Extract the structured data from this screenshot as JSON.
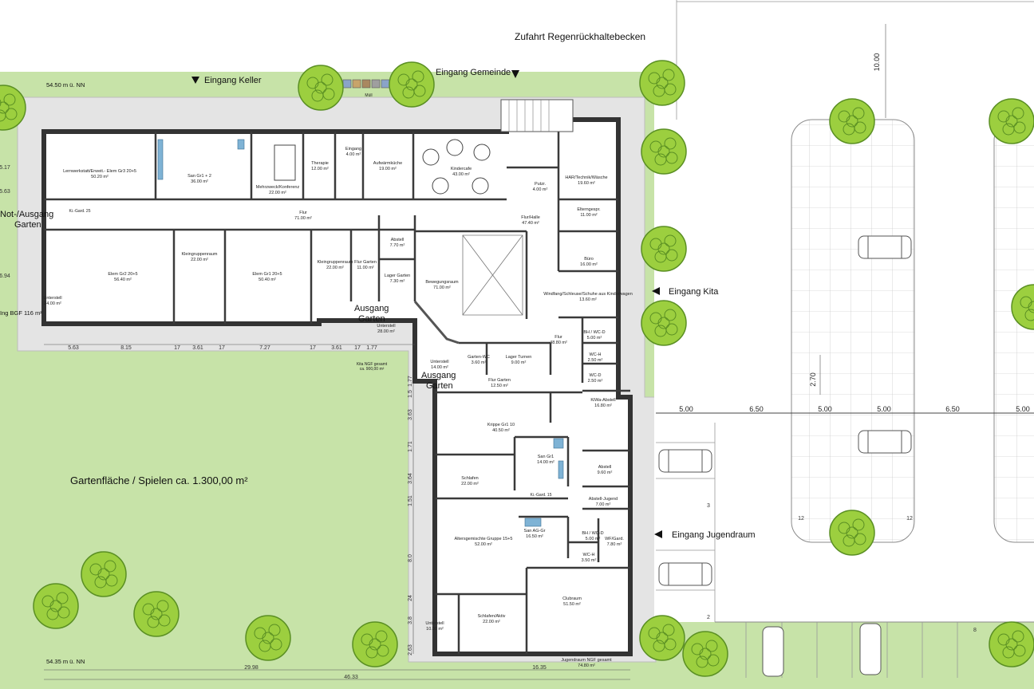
{
  "labels": {
    "zufahrt": "Zufahrt Regenrückhaltebecken",
    "eingang_keller": "Eingang Keller",
    "eingang_gemeinde": "Eingang Gemeinde",
    "eingang_kita": "Eingang Kita",
    "eingang_jugendraum": "Eingang Jugendraum",
    "not_ausgang_1": "Not-/Ausgang",
    "not_ausgang_2": "Garten",
    "ausgang_garten_a1": "Ausgang",
    "ausgang_garten_a2": "Garten",
    "ausgang_garten_b1": "Ausgang",
    "ausgang_garten_b2": "Garten",
    "gartenflaeche": "Gartenfläche / Spielen ca. 1.300,00 m²",
    "nn_top": "54.50 m ü. NN",
    "nn_bottom": "54.35 m ü. NN",
    "bgf": "Ing BGF 116 m²",
    "kita_ngf_1": "Kita NGF gesamt",
    "kita_ngf_2": "ca. 900,00 m²",
    "jugend_ngf_1": "Jugendraum NGF gesamt",
    "jugend_ngf_2": "74.80 m²"
  },
  "rooms": [
    {
      "name": "Lernwerkstatt/Erweit.- Elem Gr3 20+5",
      "area": "50.20 m²"
    },
    {
      "name": "San Gr1 + 2",
      "area": "36.00 m²"
    },
    {
      "name": "Mehrzweck/Konferenz",
      "area": "22.00 m²"
    },
    {
      "name": "Therapie",
      "area": "12.00 m²"
    },
    {
      "name": "Eingang",
      "area": "4.00 m²"
    },
    {
      "name": "Aufwärmküche",
      "area": "19.00 m²"
    },
    {
      "name": "Kindercafe",
      "area": "43.00 m²"
    },
    {
      "name": "Putzr.",
      "area": "4.00 m²"
    },
    {
      "name": "HAR/Technik/Wäsche",
      "area": "19.60 m²"
    },
    {
      "name": "Elterngespr.",
      "area": "11.00 m²"
    },
    {
      "name": "Büro",
      "area": "16.00 m²"
    },
    {
      "name": "Flur",
      "area": "71.00 m²"
    },
    {
      "name": "Flur/Halle",
      "area": "47.40 m²"
    },
    {
      "name": "Elem Gr2 20+5",
      "area": "56.40 m²"
    },
    {
      "name": "Kleingruppenraum",
      "area": "22.00 m²"
    },
    {
      "name": "Elem Gr1 20+5",
      "area": "50.40 m²"
    },
    {
      "name": "Kleingruppenraum",
      "area": "22.00 m²"
    },
    {
      "name": "Flur Garten",
      "area": "11.00 m²"
    },
    {
      "name": "Abstell",
      "area": "7.70 m²"
    },
    {
      "name": "Lager Garten",
      "area": "7.30 m²"
    },
    {
      "name": "Bewegungsraum",
      "area": "71.00 m²"
    },
    {
      "name": "Unterstell",
      "area": "24.00 m²"
    },
    {
      "name": "Unterstell",
      "area": "28.00 m²"
    },
    {
      "name": "Windfang/Schleuse/Schuhe aus Kinderwagen",
      "area": "13.60 m²"
    },
    {
      "name": "Flur",
      "area": "48.80 m²"
    },
    {
      "name": "BH / WC-D",
      "area": "5.00 m²"
    },
    {
      "name": "WC-H",
      "area": "2.50 m²"
    },
    {
      "name": "WC-D",
      "area": "2.50 m²"
    },
    {
      "name": "Garten-WC",
      "area": "3.60 m²"
    },
    {
      "name": "Lager Turnen",
      "area": "9.00 m²"
    },
    {
      "name": "Unterstell",
      "area": "14.00 m²"
    },
    {
      "name": "Flur Garten",
      "area": "12.50 m²"
    },
    {
      "name": "KiWa-Abstell",
      "area": "16.80 m²"
    },
    {
      "name": "Krippe Gr1 10",
      "area": "40.50 m²"
    },
    {
      "name": "San Gr1",
      "area": "14.00 m²"
    },
    {
      "name": "Schlafen",
      "area": "22.00 m²"
    },
    {
      "name": "Abstell",
      "area": "9.60 m²"
    },
    {
      "name": "Abstell-Jugend",
      "area": "7.00 m²"
    },
    {
      "name": "San AG-Gr",
      "area": "16.50 m²"
    },
    {
      "name": "WF/Gard.",
      "area": "7.80 m²"
    },
    {
      "name": "BH / WC-D",
      "area": "5.00 m²"
    },
    {
      "name": "WC-H",
      "area": "3.50 m²"
    },
    {
      "name": "Altersgemischte Gruppe 15+5",
      "area": "52.00 m²"
    },
    {
      "name": "Clubraum",
      "area": "51.50 m²"
    },
    {
      "name": "Schlafen/Aktiv",
      "area": "22.00 m²"
    },
    {
      "name": "Unterstell",
      "area": "10.00 m²"
    }
  ],
  "small_text": {
    "ki_gard_25": "Ki.-Gard. 25",
    "ki_gard_15": "Ki.-Gard. 15",
    "muell": "Müll"
  },
  "dimensions": {
    "bottom": [
      "5.63",
      "8.15",
      "17",
      "3.61",
      "17",
      "7.27",
      "17",
      "3.61",
      "17",
      "1.77"
    ],
    "overall_1": "29.98",
    "overall_2": "16.35",
    "overall_3": "46.33",
    "left": [
      "5.17",
      "5.63",
      "6.94"
    ],
    "vertical_right": [
      "1.77",
      "1.5",
      "3.63",
      "1.71",
      "3.64",
      "1.51",
      "8.0",
      "24",
      "3.8",
      "2.63"
    ],
    "park_top": "10.00",
    "park_space": "2.70",
    "park_row": [
      "5.00",
      "6.50",
      "5.00",
      "5.00",
      "6.50",
      "5.00"
    ],
    "park_numbers": [
      "12",
      "12",
      "3",
      "2",
      "8"
    ]
  },
  "colors": {
    "lawn": "#c7e3a8",
    "lawn_border": "#a8cf86",
    "paving": "#e3e3e3",
    "wall": "#3a3a3a",
    "tree_light": "#9ccf3f",
    "tree_dark": "#5a8f23",
    "accent_blue": "#7fb3d5"
  }
}
